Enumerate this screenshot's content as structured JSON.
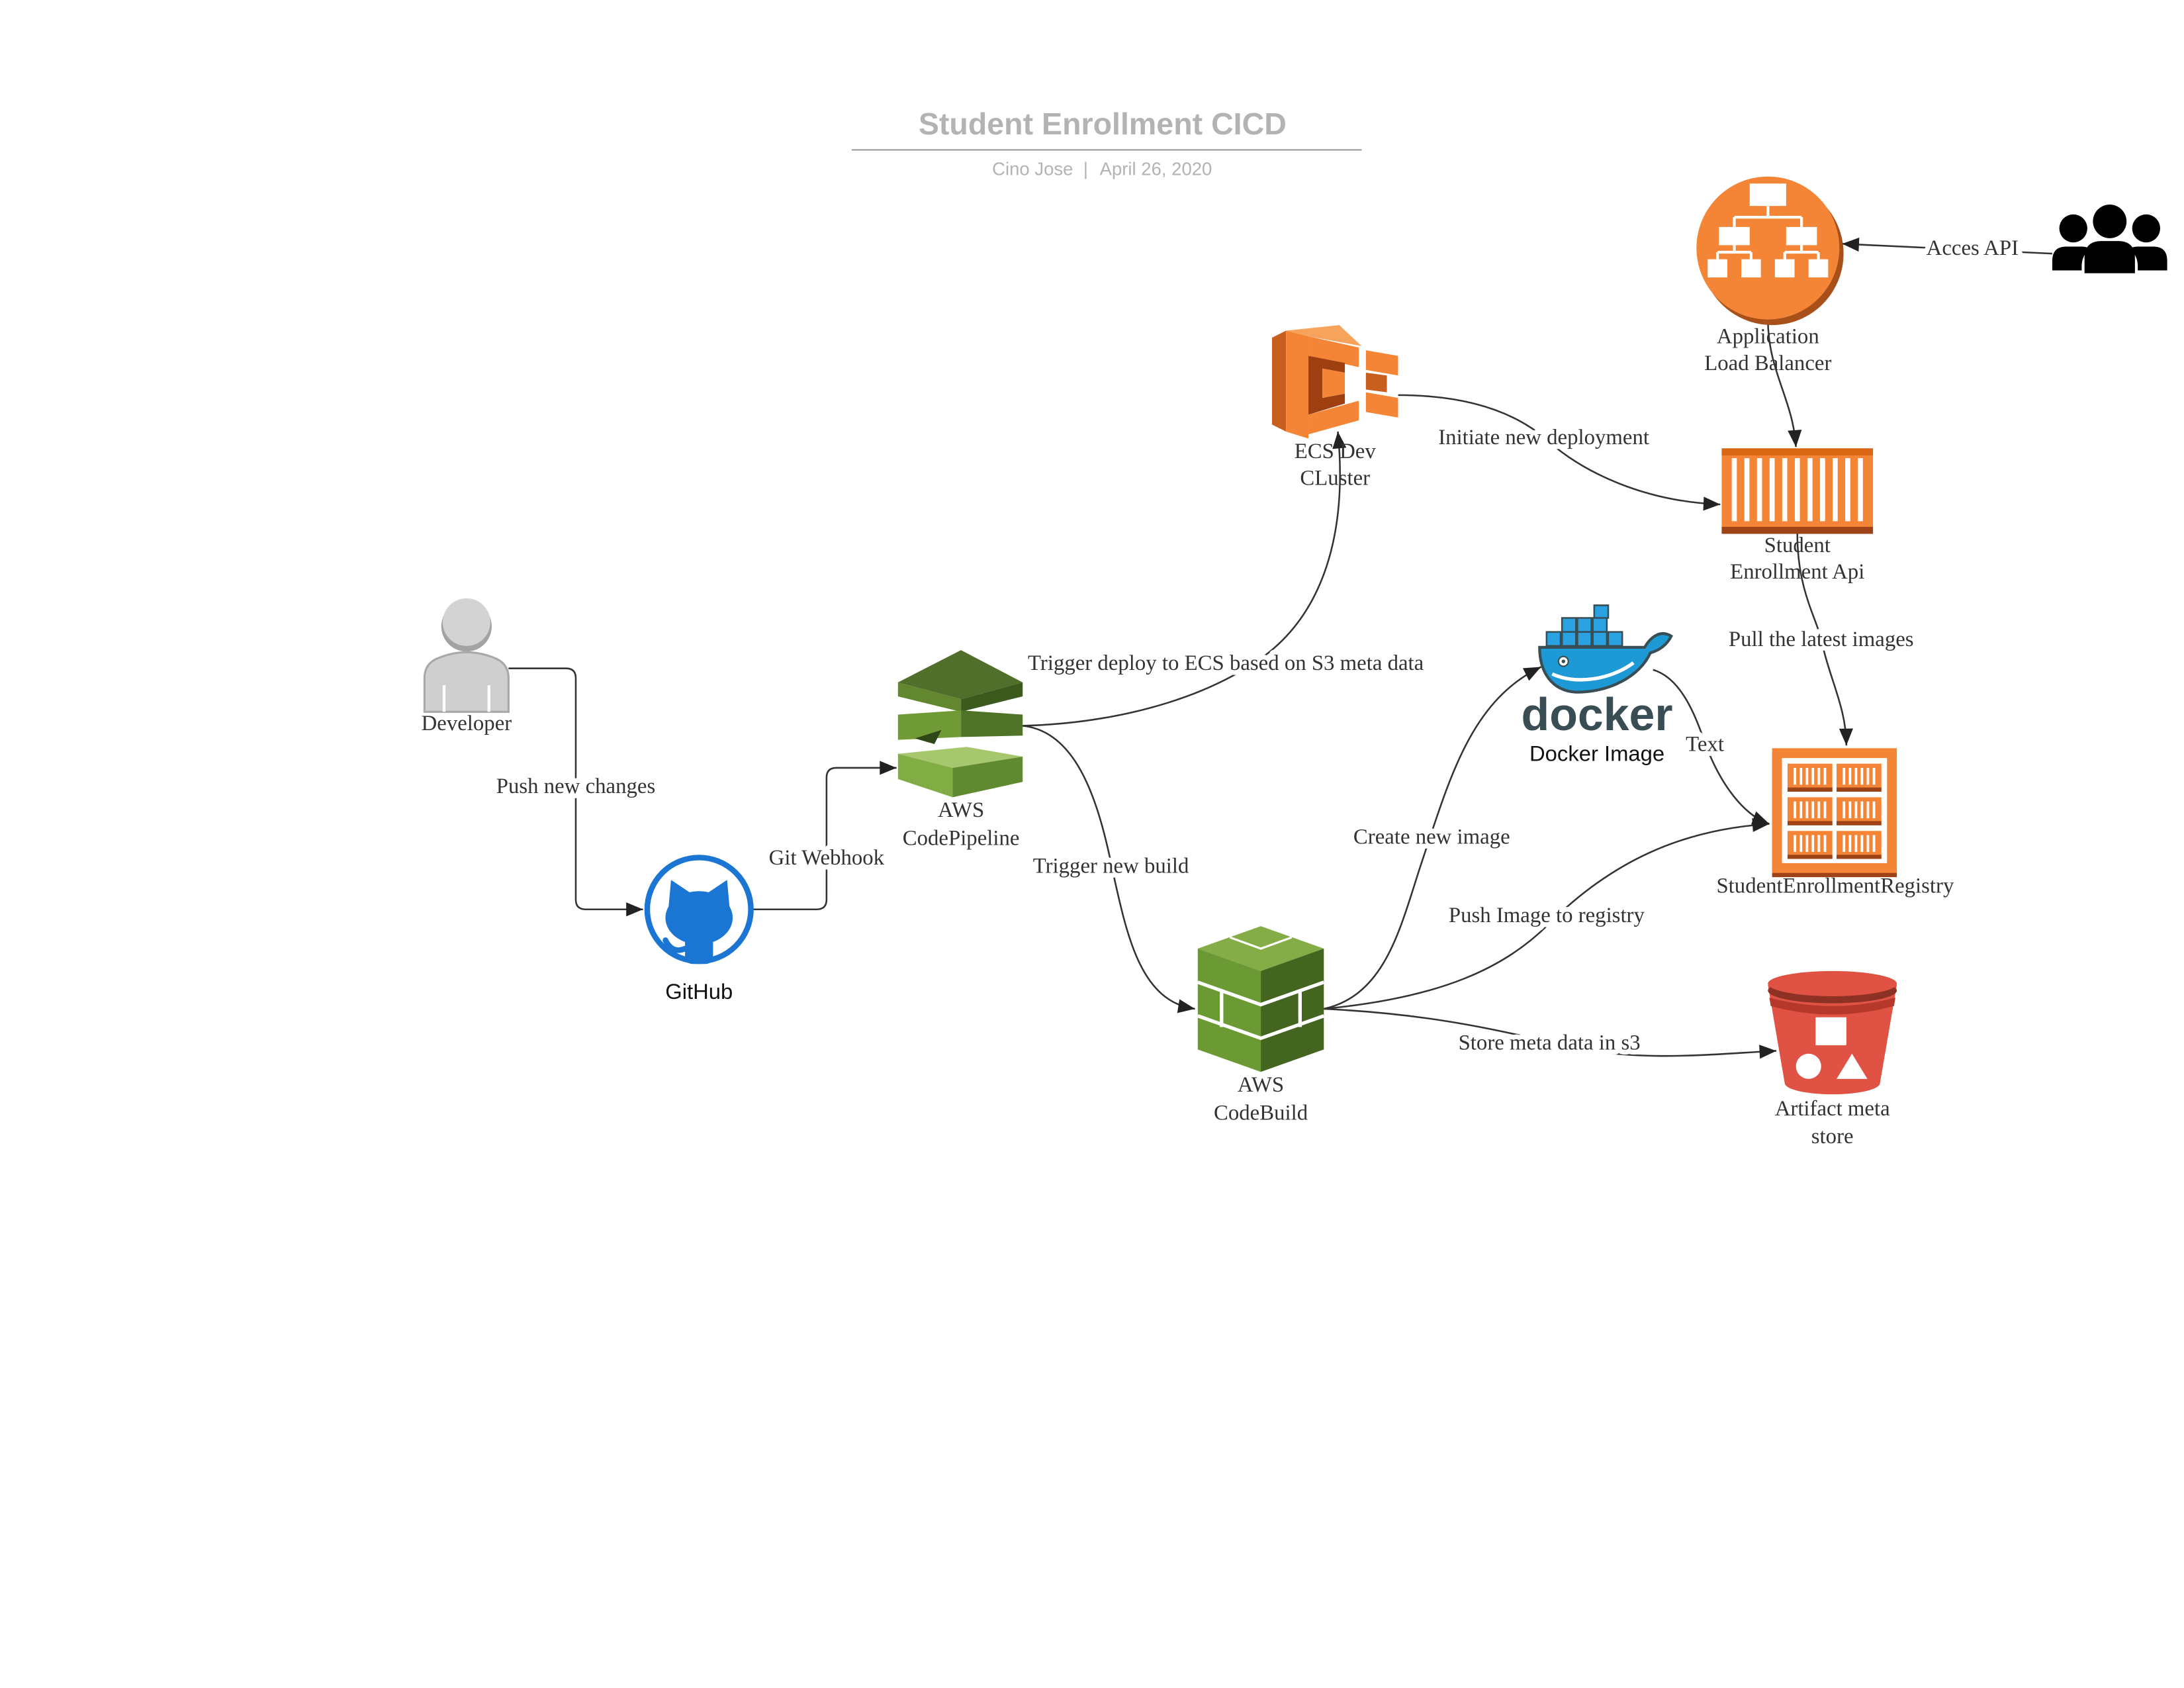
{
  "header": {
    "title": "Student Enrollment CICD",
    "author": "Cino Jose",
    "separator": "|",
    "date": "April 26, 2020"
  },
  "nodes": {
    "developer": {
      "icon": "user-icon",
      "label": "Developer"
    },
    "github": {
      "icon": "github-icon",
      "label": "GitHub"
    },
    "codepipeline": {
      "icon": "aws-codepipeline-icon",
      "label_lines": [
        "AWS",
        "CodePipeline"
      ]
    },
    "ecs_cluster": {
      "icon": "aws-ecs-icon",
      "label_lines": [
        "ECS Dev",
        "CLuster"
      ]
    },
    "load_balancer": {
      "icon": "application-load-balancer-icon",
      "label_lines": [
        "Application",
        "Load Balancer"
      ]
    },
    "api_users": {
      "icon": "users-group-icon"
    },
    "enrollment_api": {
      "icon": "container-icon",
      "label_lines": [
        "Student",
        "Enrollment Api"
      ]
    },
    "docker_image": {
      "icon": "docker-whale-icon",
      "logo_text": "docker",
      "label": "Docker Image"
    },
    "registry": {
      "icon": "container-registry-icon",
      "label": "StudentEnrollmentRegistry"
    },
    "codebuild": {
      "icon": "aws-codebuild-icon",
      "label_lines": [
        "AWS",
        "CodeBuild"
      ]
    },
    "artifact_store": {
      "icon": "s3-bucket-icon",
      "label_lines": [
        "Artifact meta",
        "store"
      ]
    }
  },
  "edges": {
    "developer_to_github": {
      "label": "Push new changes"
    },
    "github_to_codepipeline": {
      "label": "Git Webhook"
    },
    "codepipeline_to_ecs_cluster": {
      "label": "Trigger deploy to ECS based on S3 meta data"
    },
    "codepipeline_to_codebuild": {
      "label": "Trigger new build"
    },
    "ecs_cluster_to_enrollment_api": {
      "label": "Initiate new deployment"
    },
    "api_users_to_load_balancer": {
      "label": "Acces API"
    },
    "load_balancer_to_enrollment_api": {},
    "enrollment_api_to_registry": {
      "label": "Pull the latest images"
    },
    "codebuild_to_docker_image": {
      "label": "Create new image"
    },
    "docker_image_to_registry": {
      "label": "Text"
    },
    "codebuild_to_registry": {
      "label": "Push Image to registry"
    },
    "codebuild_to_artifact_store": {
      "label": "Store meta data in s3"
    }
  },
  "colors": {
    "aws_orange": "#f58536",
    "aws_orange_dark": "#b8521b",
    "aws_green": "#6b9a35",
    "aws_green_dark": "#44651f",
    "github_blue": "#1a76d2",
    "docker_blue": "#1d9ad6",
    "docker_navy": "#394d54",
    "s3_red": "#e05243",
    "title_gray": "#b3b3b3",
    "connector": "#333333"
  }
}
